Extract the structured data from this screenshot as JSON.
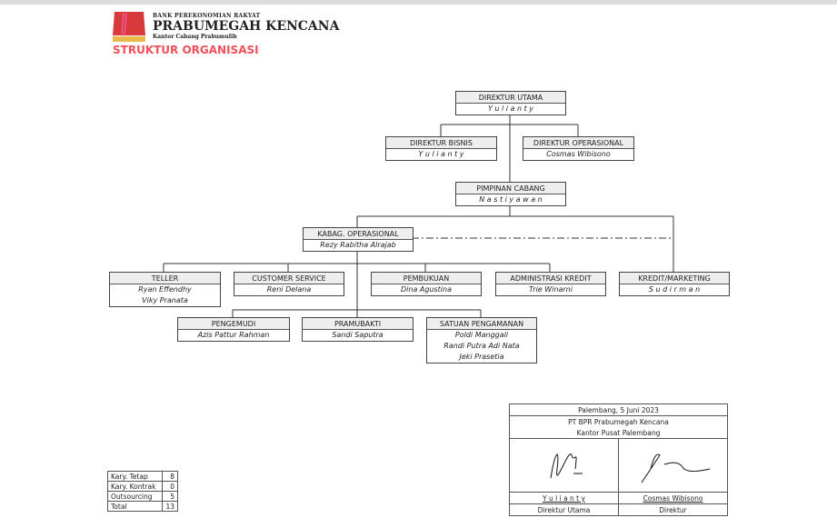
{
  "header": {
    "bank_line1": "BANK PEREKONOMIAN RAKYAT",
    "bank_name": "PRABUMEGAH KENCANA",
    "branch": "Kantor Cabang Prabumulih",
    "title": "STRUKTUR ORGANISASI",
    "accent": "#f0505a"
  },
  "org": {
    "direktur_utama": {
      "title": "DIREKTUR UTAMA",
      "names": [
        "Y u l i a n t y"
      ]
    },
    "direktur_bisnis": {
      "title": "DIREKTUR BISNIS",
      "names": [
        "Y u l i a n t y"
      ]
    },
    "direktur_operasional": {
      "title": "DIREKTUR OPERASIONAL",
      "names": [
        "Cosmas Wibisono"
      ]
    },
    "pimpinan_cabang": {
      "title": "PIMPINAN CABANG",
      "names": [
        "N a s t i y a w a n"
      ]
    },
    "kabag": {
      "title": "KABAG. OPERASIONAL",
      "names": [
        "Rezy Rabitha Alrajab"
      ]
    },
    "teller": {
      "title": "TELLER",
      "names": [
        "Ryan Effendhy",
        "Viky Pranata"
      ]
    },
    "cs": {
      "title": "CUSTOMER SERVICE",
      "names": [
        "Reni Delana"
      ]
    },
    "pembukuan": {
      "title": "PEMBUKUAN",
      "names": [
        "Dina Agustina"
      ]
    },
    "admin_kredit": {
      "title": "ADMINISTRASI KREDIT",
      "names": [
        "Trie Winarni"
      ]
    },
    "kredit": {
      "title": "KREDIT/MARKETING",
      "names": [
        "S u d i r m a n"
      ]
    },
    "pengemudi": {
      "title": "PENGEMUDI",
      "names": [
        "Azis Pattur Rahman"
      ]
    },
    "pramubakti": {
      "title": "PRAMUBAKTI",
      "names": [
        "Sandi Saputra"
      ]
    },
    "satpam": {
      "title": "SATUAN PENGAMANAN",
      "names": [
        "Poldi Manggali",
        "Randi Putra Adi Nata",
        "Jeki Prasetia"
      ]
    }
  },
  "employees": [
    {
      "label": "Kary. Tetap",
      "value": "8"
    },
    {
      "label": "Kary. Kontrak",
      "value": "0"
    },
    {
      "label": "Outsourcing",
      "value": "5"
    },
    {
      "label": "Total",
      "value": "13"
    }
  ],
  "signature": {
    "place_date": "Palembang, 5 Juni 2023",
    "company": "PT BPR Prabumegah Kencana",
    "office": "Kantor Pusat Palembang",
    "signers": [
      {
        "name": "Y u l i a n t y",
        "role": "Direktur Utama"
      },
      {
        "name": "Cosmas Wibisono",
        "role": "Direktur"
      }
    ]
  }
}
